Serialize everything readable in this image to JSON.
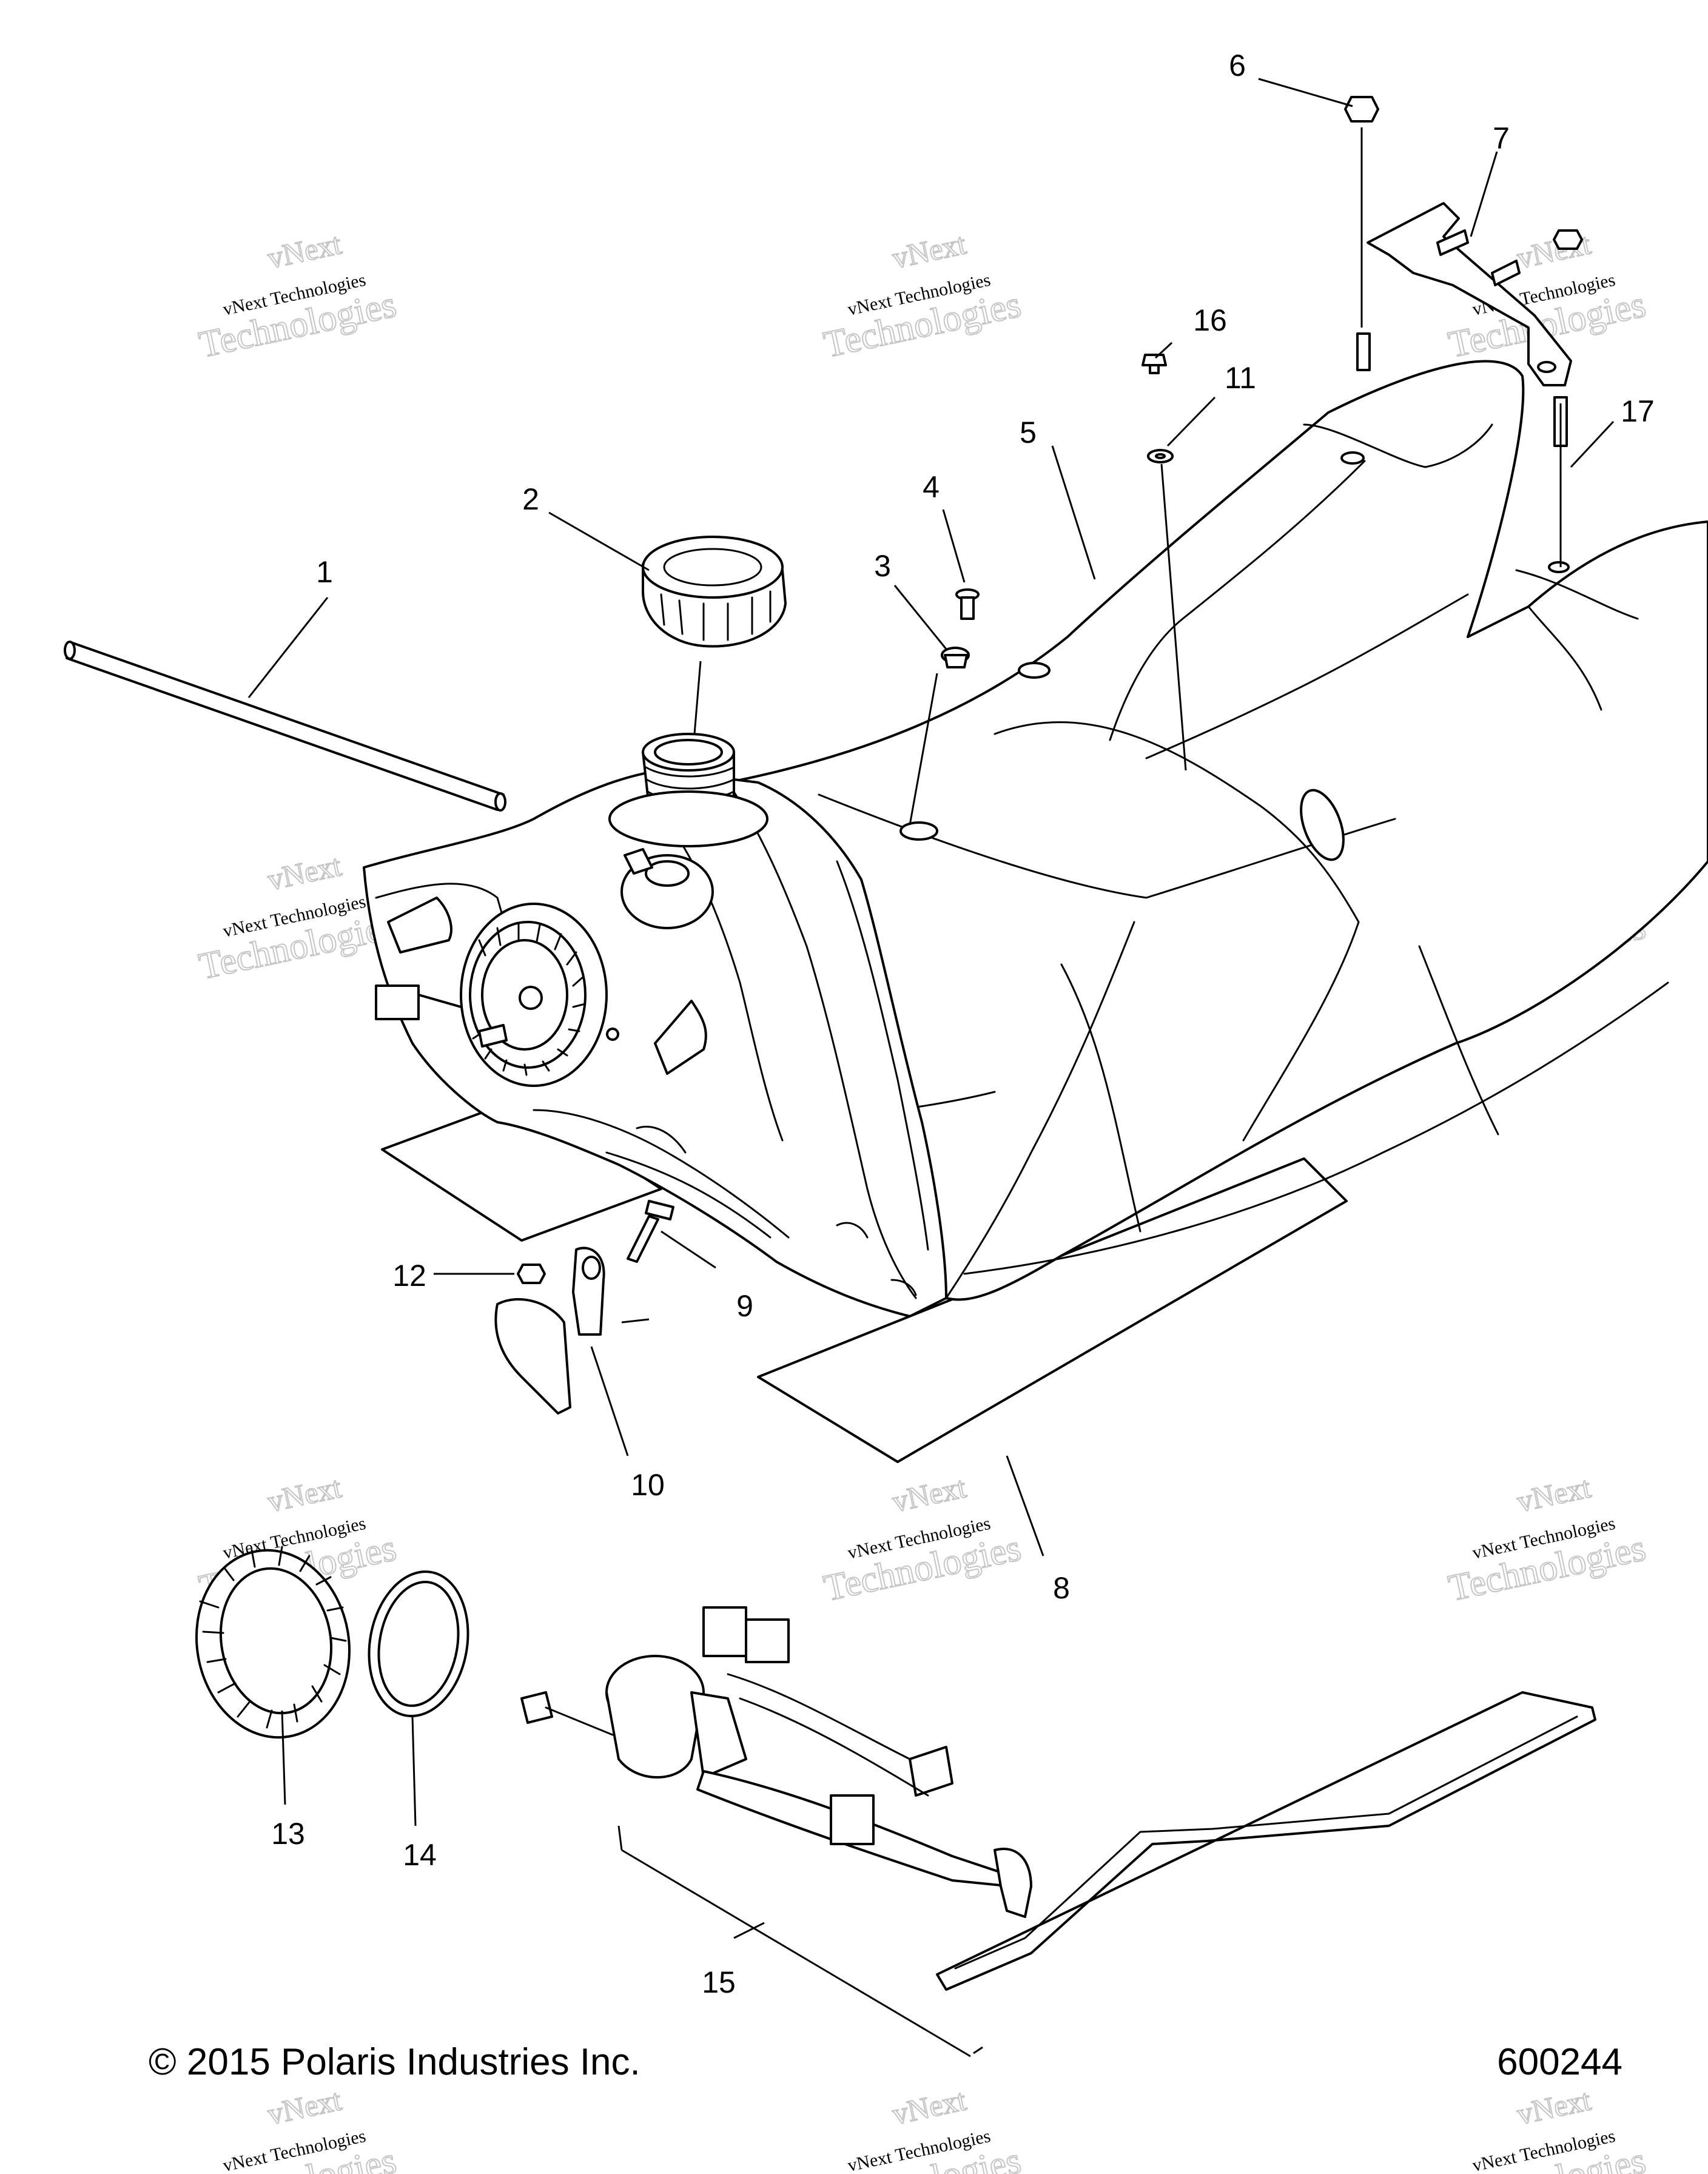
{
  "diagram": {
    "callouts": [
      {
        "id": "c1",
        "text": "1"
      },
      {
        "id": "c2",
        "text": "2"
      },
      {
        "id": "c3",
        "text": "3"
      },
      {
        "id": "c4",
        "text": "4"
      },
      {
        "id": "c5",
        "text": "5"
      },
      {
        "id": "c6",
        "text": "6"
      },
      {
        "id": "c7",
        "text": "7"
      },
      {
        "id": "c8",
        "text": "8"
      },
      {
        "id": "c9",
        "text": "9"
      },
      {
        "id": "c10",
        "text": "10"
      },
      {
        "id": "c11",
        "text": "11"
      },
      {
        "id": "c12",
        "text": "12"
      },
      {
        "id": "c13",
        "text": "13"
      },
      {
        "id": "c14",
        "text": "14"
      },
      {
        "id": "c15",
        "text": "15"
      },
      {
        "id": "c16",
        "text": "16"
      },
      {
        "id": "c17",
        "text": "17"
      }
    ]
  },
  "watermark": {
    "line0": "vNext",
    "line1": "vNext Technologies",
    "line2": "Technologies"
  },
  "footer": {
    "copyright": "© 2015 Polaris Industries Inc.",
    "diagram_number": "600244"
  }
}
